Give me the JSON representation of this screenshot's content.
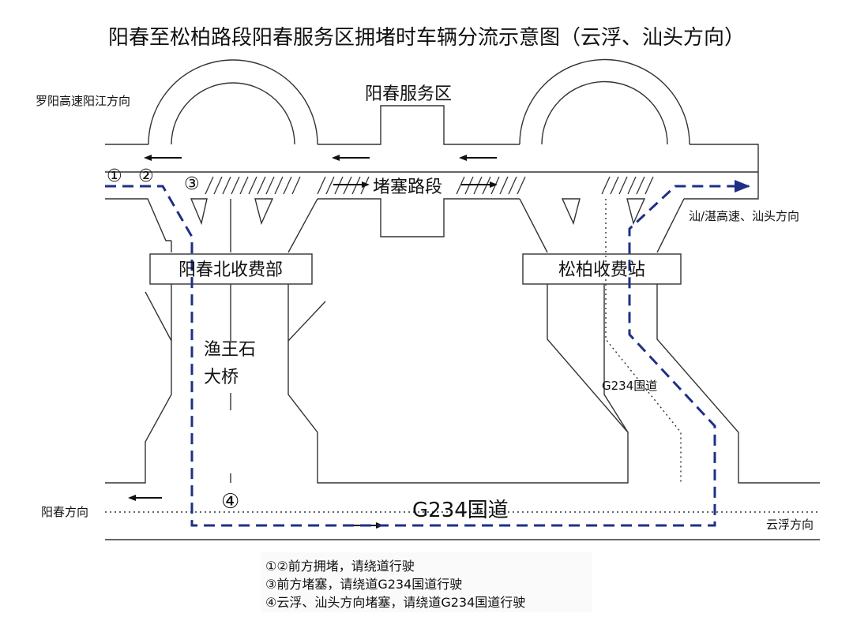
{
  "title": "阳春至松柏路段阳春服务区拥堵时车辆分流示意图（云浮、汕头方向）",
  "labels": {
    "luoyang": "罗阳高速阳江方向",
    "service_area": "阳春服务区",
    "congestion": "堵塞路段",
    "shan_zhan": "汕/湛高速、汕头方向",
    "yangchun_north": "阳春北收费部",
    "songbai": "松柏收费站",
    "bridge_line1": "渔王石",
    "bridge_line2": "大桥",
    "g234_right": "G234国道",
    "g234_bottom": "G234国道",
    "yangchun_dir": "阳春方向",
    "yunfu_dir": "云浮方向"
  },
  "markers": {
    "m1": "①",
    "m2": "②",
    "m3": "③",
    "m4": "④"
  },
  "legend": [
    "①②前方拥堵，请绕道行驶",
    "③前方堵塞，请绕道G234国道行驶",
    "④云浮、汕头方向堵塞，请绕道G234国道行驶"
  ],
  "colors": {
    "route": "#1f2f86",
    "line": "#333333"
  }
}
